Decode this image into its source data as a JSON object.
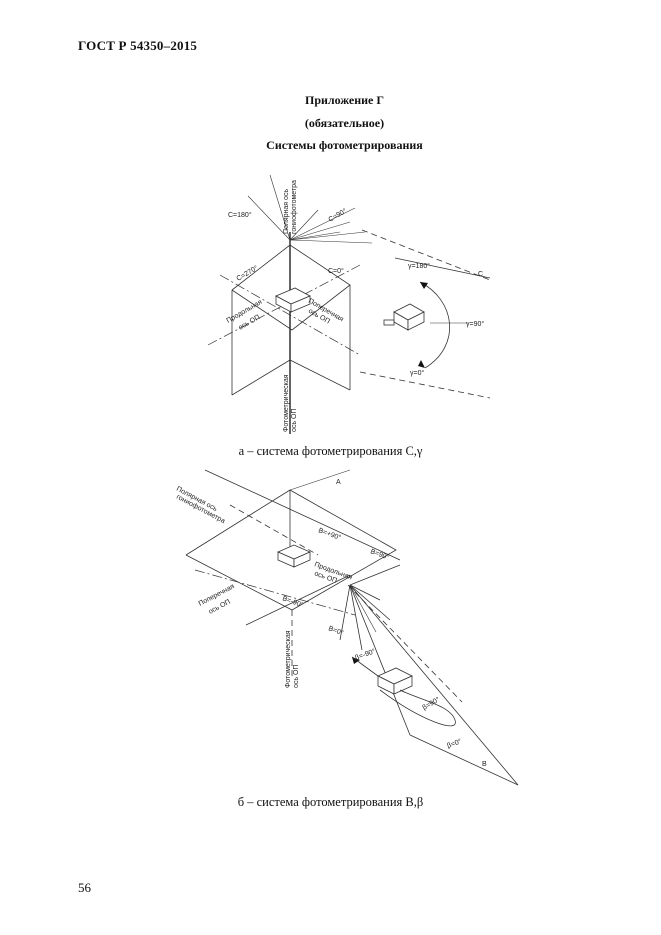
{
  "header": {
    "standard_code": "ГОСТ Р 54350–2015"
  },
  "appendix": {
    "title": "Приложение Г",
    "status": "(обязательное)",
    "subject": "Системы фотометрирования"
  },
  "figure_a": {
    "caption": "а – система фотометрирования C,γ",
    "labels": {
      "polar_axis": "Полярная ось",
      "goniophotometer": "гониофотометра",
      "c90": "C=90°",
      "c180": "C=180°",
      "c270": "C=270°",
      "c0": "C=0°",
      "longitudinal": "Продольная",
      "longitudinal_axis": "ось ОП",
      "transverse": "Поперечная",
      "transverse_axis": "ось ОП",
      "photometric": "Фотометрическая",
      "photometric_axis": "ось ОП",
      "g180": "γ=180°",
      "g90": "γ=90°",
      "g0": "γ=0°",
      "c_letter": "C"
    }
  },
  "figure_b": {
    "caption": "б – система фотометрирования B,β",
    "labels": {
      "polar_axis": "Полярная ось",
      "goniophotometer": "гониофотометра",
      "a_letter": "A",
      "b_plus90_top": "B=+90°",
      "b_90_right": "B=90°",
      "longitudinal": "Продольная",
      "longitudinal_axis": "ось ОП",
      "transverse": "Поперечная",
      "transverse_axis": "ось ОП",
      "b_minus90": "B=-90°",
      "b_0": "B=0°",
      "photometric": "Фотометрическая",
      "photometric_axis": "ось ОП",
      "beta_minus90": "β=-90°",
      "beta_90": "β=90°",
      "beta_0": "β=0°",
      "b_letter": "B"
    }
  },
  "footer": {
    "page_number": "56"
  }
}
